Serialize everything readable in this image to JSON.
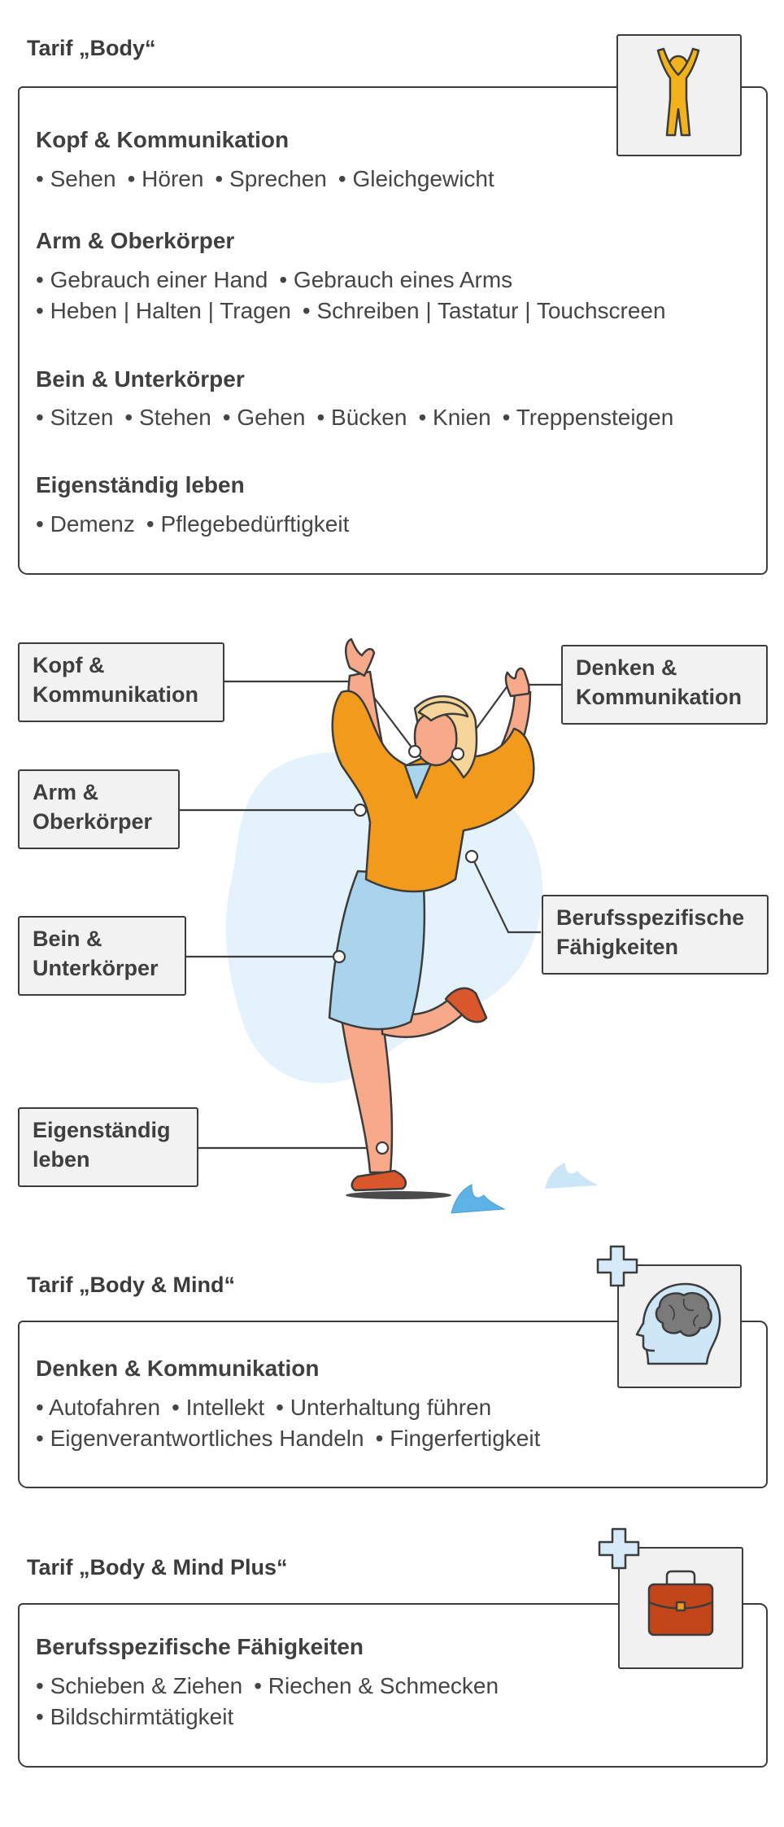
{
  "tariff_body": {
    "title": "Tarif „Body“",
    "sections": [
      {
        "title": "Kopf & Kommunikation",
        "lines": [
          [
            "Sehen",
            "Hören",
            "Sprechen",
            "Gleichgewicht"
          ]
        ]
      },
      {
        "title": "Arm & Oberkörper",
        "lines": [
          [
            "Gebrauch einer Hand",
            "Gebrauch eines Arms"
          ],
          [
            "Heben | Halten | Tragen",
            "Schreiben | Tastatur | Touchscreen"
          ]
        ]
      },
      {
        "title": "Bein & Unterkörper",
        "lines": [
          [
            "Sitzen",
            "Stehen",
            "Gehen",
            "Bücken",
            "Knien",
            "Treppensteigen"
          ]
        ]
      },
      {
        "title": "Eigenständig leben",
        "lines": [
          [
            "Demenz",
            "Pflegebedürftigkeit"
          ]
        ]
      }
    ]
  },
  "figure_labels": {
    "kopf": [
      "Kopf &",
      "Kommunikation"
    ],
    "arm": [
      "Arm &",
      "Oberkörper"
    ],
    "bein": [
      "Bein &",
      "Unterkörper"
    ],
    "eigen": [
      "Eigenständig",
      "leben"
    ],
    "denken": [
      "Denken &",
      "Kommunikation"
    ],
    "beruf": [
      "Berufsspezifische",
      "Fähigkeiten"
    ]
  },
  "tariff_mind": {
    "title": "Tarif „Body &  Mind“",
    "section_title": "Denken & Kommunikation",
    "lines": [
      [
        "Autofahren",
        "Intellekt",
        "Unterhaltung führen"
      ],
      [
        "Eigenverantwortliches Handeln",
        "Fingerfertigkeit"
      ]
    ]
  },
  "tariff_plus": {
    "title": "Tarif „Body &  Mind Plus“",
    "section_title": "Berufsspezifische Fähigkeiten",
    "lines": [
      [
        "Schieben & Ziehen",
        "Riechen & Schmecken"
      ],
      [
        "Bildschirmtätigkeit"
      ]
    ]
  },
  "icons": {
    "body": "person-icon",
    "mind": "brain-head-icon",
    "plus": "briefcase-icon",
    "add": "plus-icon"
  },
  "colors": {
    "orange": "#F29A1C",
    "light_blue": "#A9D4EC",
    "plus_blue": "#D6EAF7",
    "briefcase": "#C2461A"
  }
}
